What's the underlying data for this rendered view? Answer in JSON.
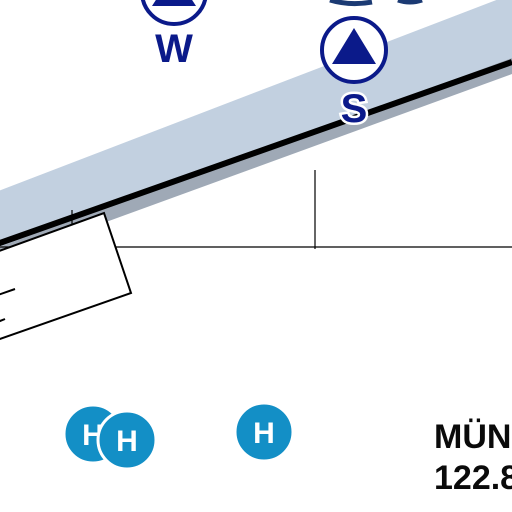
{
  "map": {
    "reporting_points": [
      {
        "id": "w",
        "letter": "W"
      },
      {
        "id": "s",
        "letter": "S"
      }
    ],
    "heliports": [
      {
        "id": "h1",
        "letter": "H"
      },
      {
        "id": "h2",
        "letter": "H"
      },
      {
        "id": "h3",
        "letter": "H"
      }
    ],
    "info_box": {
      "name": "MÜN",
      "frequency": "122.8"
    }
  },
  "colors": {
    "runway_band": "#c2d0e0",
    "runway_shadow": "#9fa9b6",
    "marker_navy": "#0b1a8a",
    "heliport_blue": "#138fc6",
    "line_black": "#000000"
  }
}
